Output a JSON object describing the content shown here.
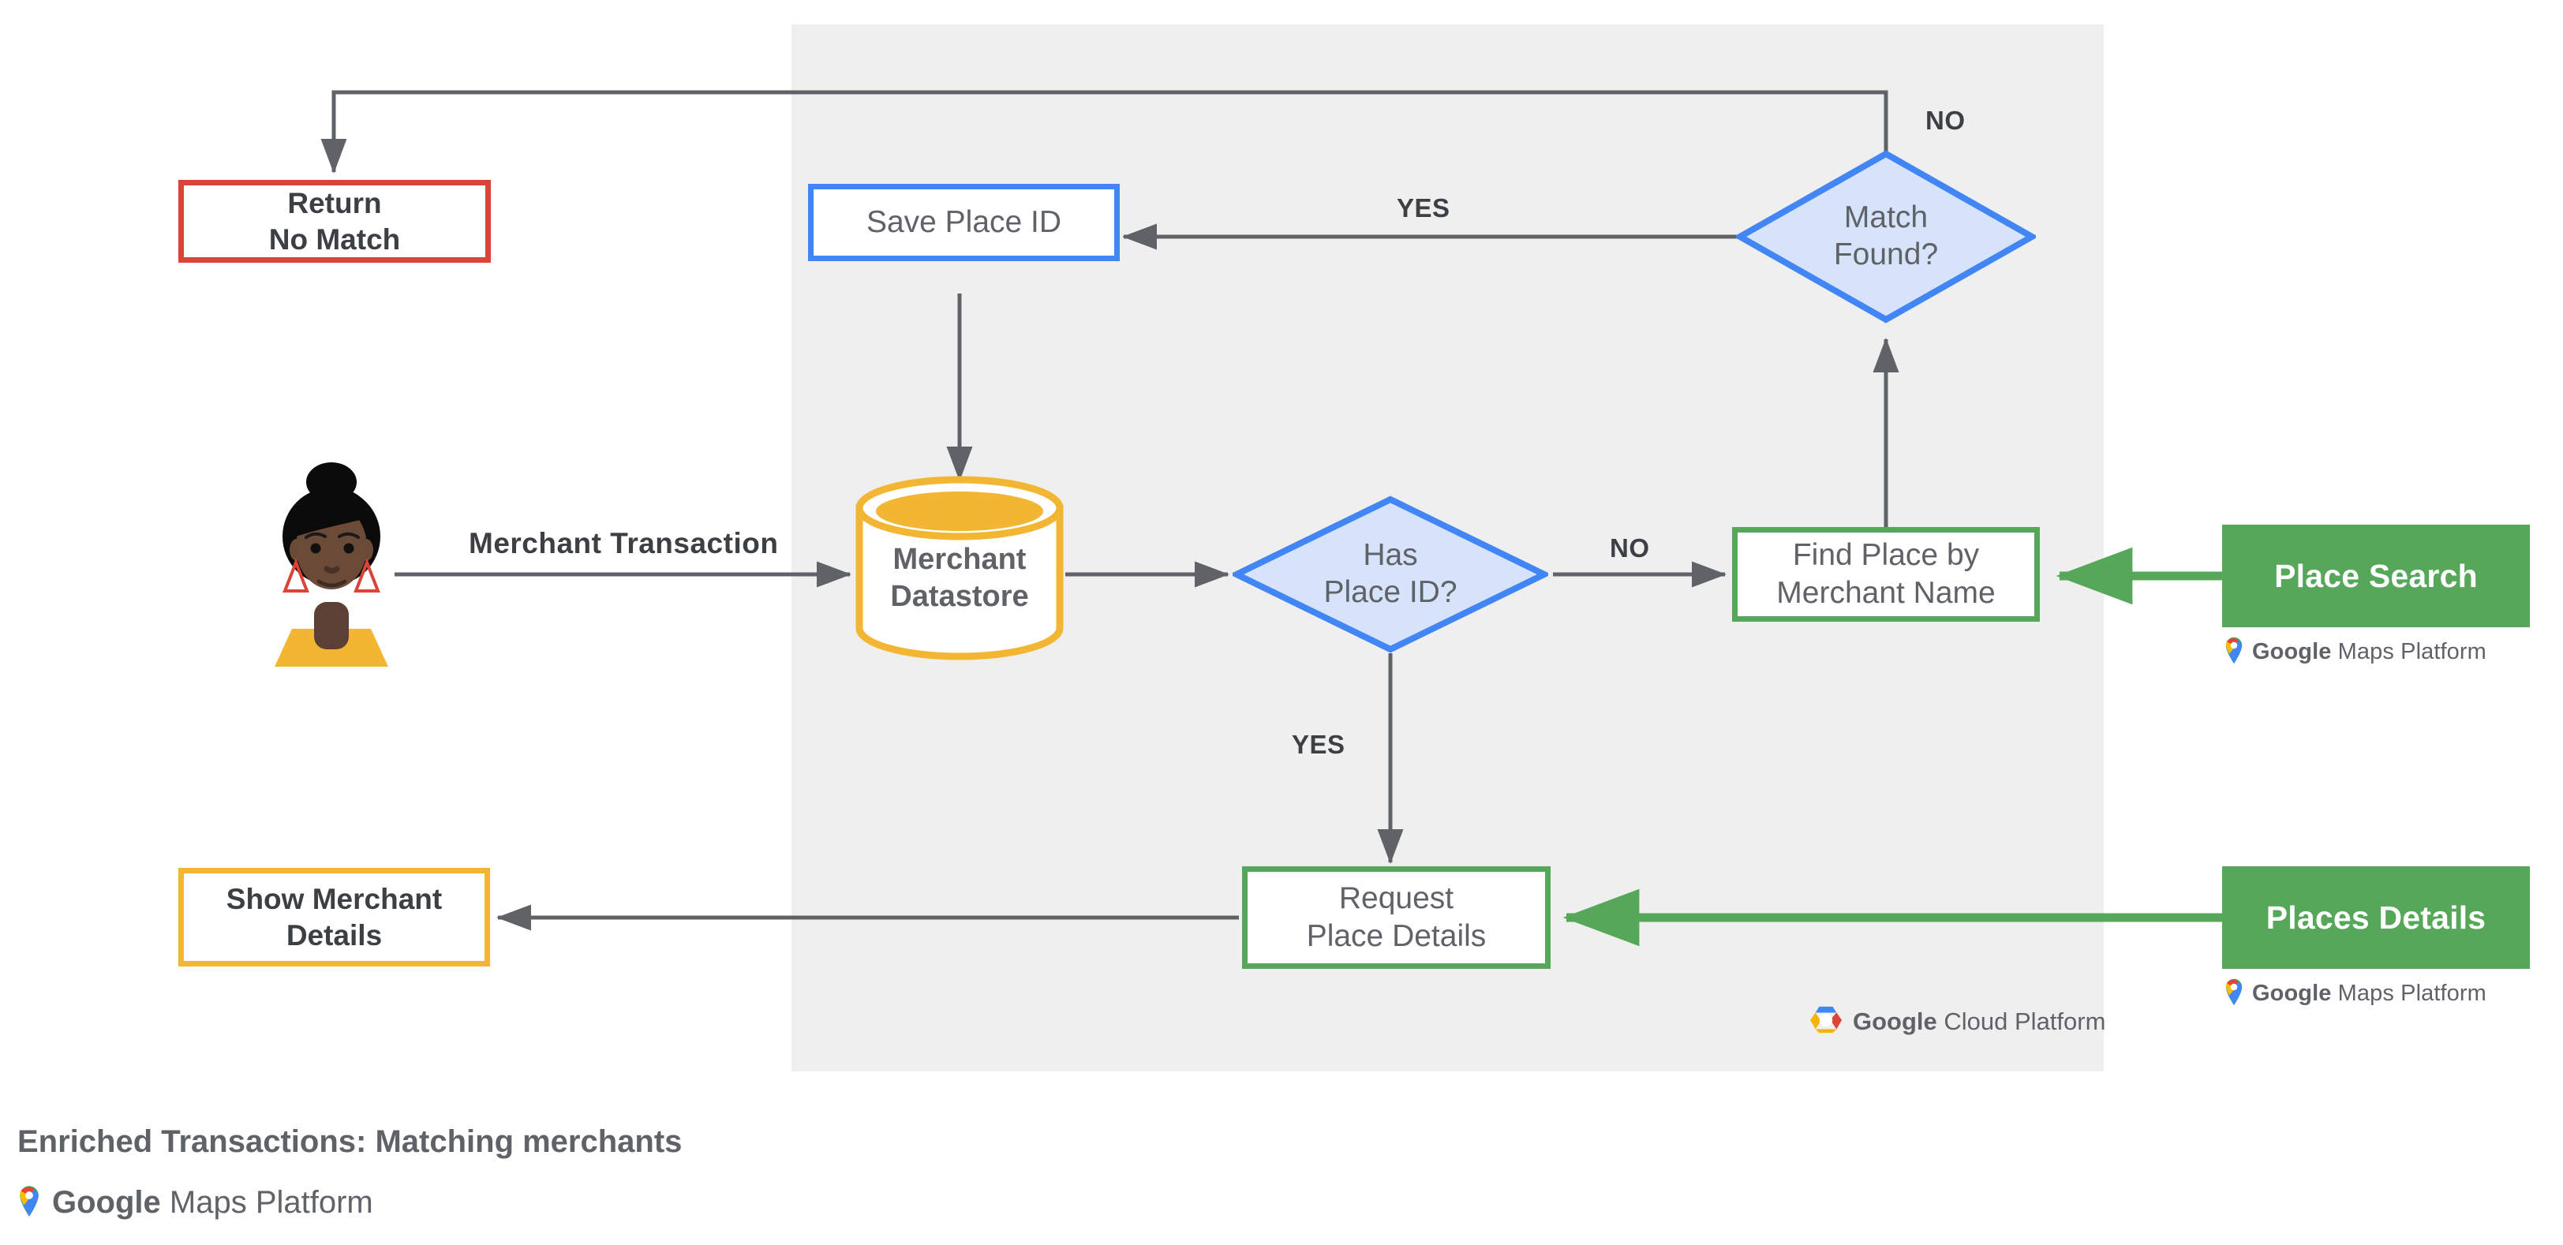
{
  "diagram": {
    "caption": "Enriched Transactions: Matching merchants",
    "panel_label": "Google Cloud Platform",
    "colors": {
      "panel_bg": "#EFEFEF",
      "red": "#DB4437",
      "blue": "#4285F4",
      "blue_fill": "#D6E3FA",
      "green": "#57A75B",
      "yellow": "#F2B632",
      "wire": "#5F6368",
      "text": "#5F6368"
    }
  },
  "nodes": {
    "return_no_match": "Return\nNo Match",
    "save_place_id": "Save Place ID",
    "match_found": "Match\nFound?",
    "merchant_datastore": "Merchant\nDatastore",
    "has_place_id": "Has\nPlace ID?",
    "find_place": "Find Place by\nMerchant Name",
    "request_place_details": "Request\nPlace Details",
    "show_merchant_details": "Show Merchant\nDetails"
  },
  "api_buttons": [
    {
      "label": "Place Search",
      "logo_google": "Google",
      "logo_rest": "Maps Platform"
    },
    {
      "label": "Places Details",
      "logo_google": "Google",
      "logo_rest": "Maps Platform"
    }
  ],
  "edge_labels": {
    "merchant_transaction": "Merchant Transaction",
    "yes_match": "YES",
    "no_match": "NO",
    "yes_place_id": "YES",
    "no_place_id": "NO"
  },
  "logos": {
    "gcp_google": "Google",
    "gcp_rest": " Cloud Platform",
    "gmp_google": "Google",
    "gmp_rest": " Maps Platform"
  },
  "footer": {
    "google": "Google",
    "rest": " Maps Platform"
  }
}
